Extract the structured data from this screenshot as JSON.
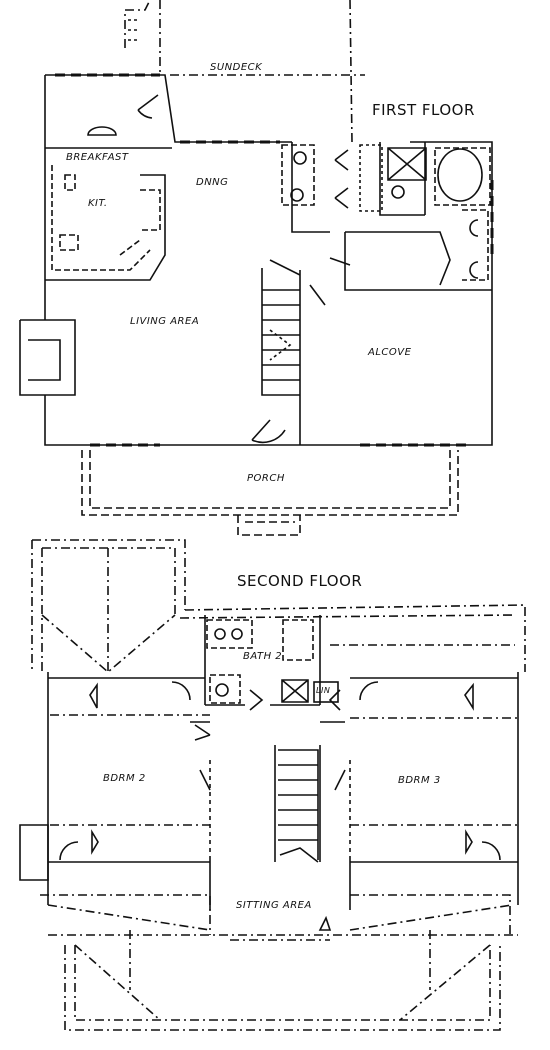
{
  "first_floor": {
    "title": "FIRST FLOOR",
    "rooms": {
      "sundeck": "SUNDECK",
      "breakfast": "BREAKFAST",
      "dining": "DNNG",
      "kitchen": "KIT.",
      "living_area": "LIVING AREA",
      "alcove": "ALCOVE",
      "porch": "PORCH"
    }
  },
  "second_floor": {
    "title": "SECOND FLOOR",
    "rooms": {
      "bath_2": "BATH 2",
      "lin": "LIN",
      "bdrm_2": "BDRM 2",
      "bdrm_3": "BDRM 3",
      "sitting_area": "SITTING AREA"
    }
  }
}
